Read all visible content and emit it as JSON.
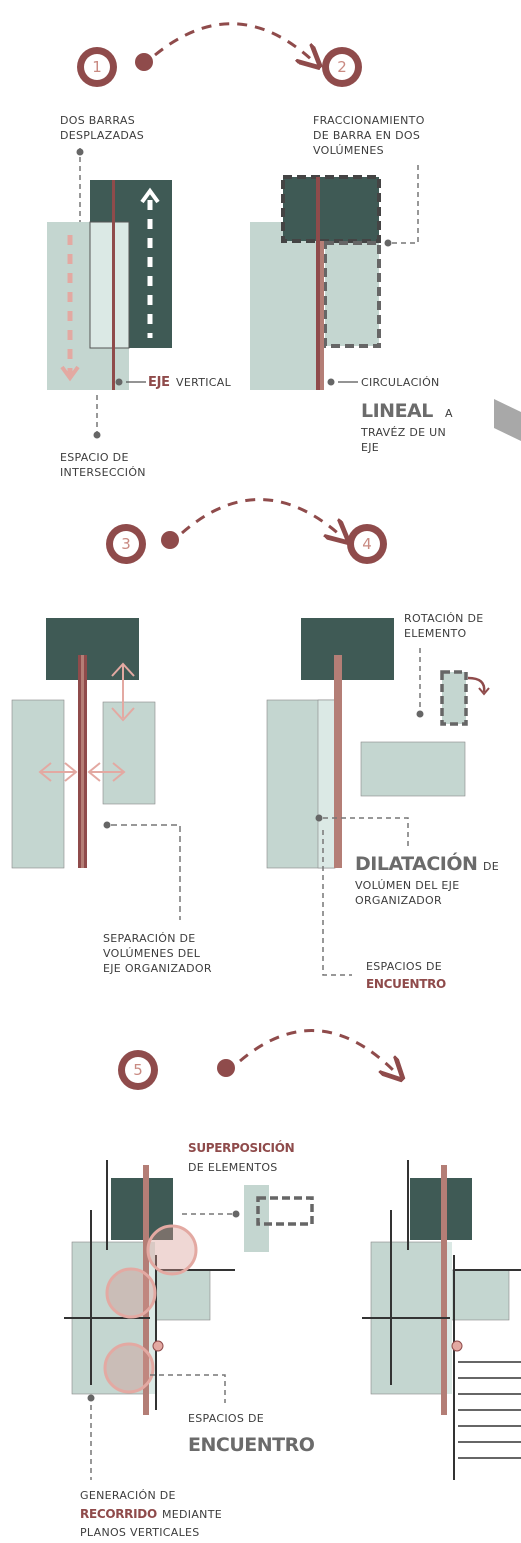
{
  "steps": [
    "1",
    "2",
    "3",
    "4",
    "5"
  ],
  "section1": {
    "label_top": [
      "DOS BARRAS",
      "DESPLAZADAS"
    ],
    "eje_word": "EJE",
    "eje_rest": "VERTICAL",
    "label_bottom": [
      "ESPACIO DE",
      "INTERSECCIÓN"
    ]
  },
  "section2": {
    "label_top": [
      "FRACCIONAMIENTO",
      "DE BARRA EN DOS",
      "VOLÚMENES"
    ],
    "circ": "CIRCULACIÓN",
    "lineal": "LINEAL",
    "lineal_rest": "A",
    "lineal_lines": [
      "TRAVÉZ DE UN",
      "EJE"
    ]
  },
  "section3": {
    "label": [
      "SEPARACIÓN DE",
      "VOLÚMENES DEL",
      "EJE ORGANIZADOR"
    ]
  },
  "section4": {
    "rot": [
      "ROTACIÓN DE",
      "ELEMENTO"
    ],
    "dilatacion": "DILATACIÓN",
    "dilatacion_rest": "DE",
    "dil_lines": [
      "VOLÚMEN DEL EJE",
      "ORGANIZADOR"
    ],
    "espacios": "ESPACIOS DE",
    "encuentro": "ENCUENTRO"
  },
  "section5": {
    "superposicion": "SUPERPOSICIÓN",
    "de_elementos": "DE ELEMENTOS",
    "espacios": "ESPACIOS DE",
    "encuentro_big": "ENCUENTRO",
    "generacion": "GENERACIÓN DE",
    "recorrido": "RECORRIDO",
    "recorrido_rest": "MEDIANTE",
    "planos": "PLANOS VERTICALES"
  },
  "colors": {
    "dark": "#3f5a55",
    "light": "#c4d6d0",
    "lighter": "#dbe9e5",
    "accent": "#8f4b4b",
    "pink": "#e3a9a2",
    "rod": "#b47e76"
  }
}
